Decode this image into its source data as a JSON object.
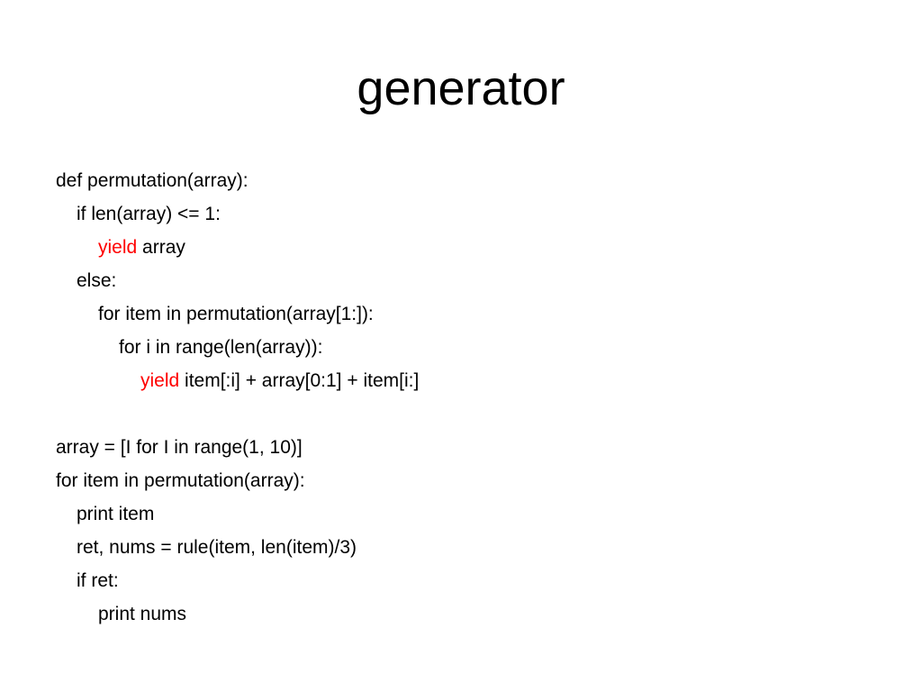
{
  "slide": {
    "title": "generator",
    "keyword_color": "#ff0000",
    "lines": [
      {
        "indent": 0,
        "keyword": "",
        "text": "def permutation(array):"
      },
      {
        "indent": 1,
        "keyword": "",
        "text": "if len(array) <= 1:"
      },
      {
        "indent": 2,
        "keyword": "yield",
        "text": " array"
      },
      {
        "indent": 1,
        "keyword": "",
        "text": "else:"
      },
      {
        "indent": 2,
        "keyword": "",
        "text": "for item in permutation(array[1:]):"
      },
      {
        "indent": 3,
        "keyword": "",
        "text": "for i in range(len(array)):"
      },
      {
        "indent": 4,
        "keyword": "yield",
        "text": " item[:i] + array[0:1] + item[i:]"
      },
      {
        "indent": 0,
        "keyword": "",
        "text": ""
      },
      {
        "indent": 0,
        "keyword": "",
        "text": "array = [I for I in range(1, 10)]"
      },
      {
        "indent": 0,
        "keyword": "",
        "text": "for item in permutation(array):"
      },
      {
        "indent": 1,
        "keyword": "",
        "text": "print item"
      },
      {
        "indent": 1,
        "keyword": "",
        "text": "ret, nums = rule(item, len(item)/3)"
      },
      {
        "indent": 1,
        "keyword": "",
        "text": "if ret:"
      },
      {
        "indent": 2,
        "keyword": "",
        "text": "print nums"
      }
    ]
  }
}
